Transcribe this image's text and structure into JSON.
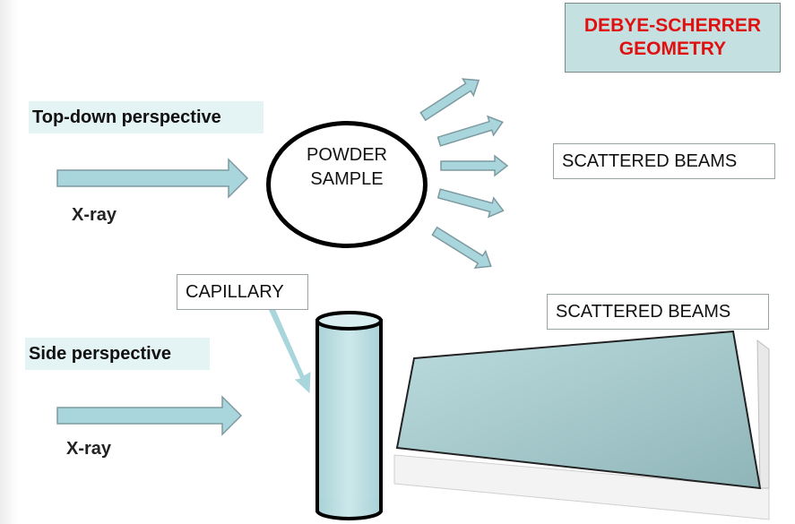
{
  "title": {
    "line1": "DEBYE-SCHERRER",
    "line2": "GEOMETRY"
  },
  "top_view": {
    "label": "Top-down perspective",
    "xray_label": "X-ray",
    "sample_line1": "POWDER",
    "sample_line2": "SAMPLE",
    "scattered_label": "SCATTERED BEAMS"
  },
  "side_view": {
    "label": "Side perspective",
    "xray_label": "X-ray",
    "capillary_label": "CAPILLARY",
    "scattered_label": "SCATTERED BEAMS"
  },
  "colors": {
    "arrow_fill": "#a9d5dc",
    "arrow_stroke": "#7d9aa0",
    "title_text": "#e01010",
    "title_bg": "#c5e0e0",
    "capillary_fill": "#bfe0e4"
  }
}
